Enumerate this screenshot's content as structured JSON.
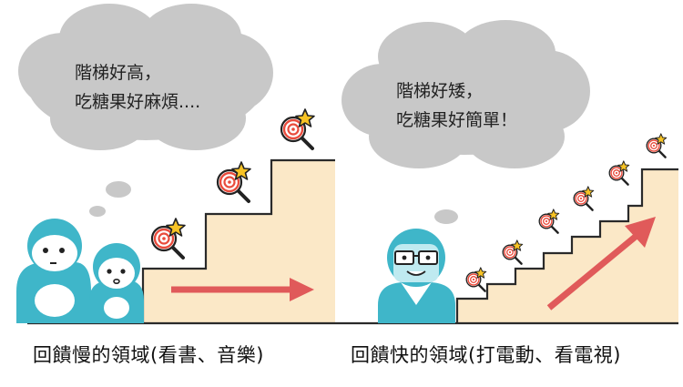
{
  "left_panel": {
    "thought_line1": "階梯好高，",
    "thought_line2": "吃糖果好麻煩....",
    "caption": "回饋慢的領域(看書、音樂)"
  },
  "right_panel": {
    "thought_line1": "階梯好矮，",
    "thought_line2": "吃糖果好簡單！",
    "caption": "回饋快的領域(打電動、看電視)"
  },
  "colors": {
    "cloud": "#c8c8c8",
    "stairs_fill": "#fbe8c7",
    "stairs_edge": "#2a2a2a",
    "arrow": "#e05a5a",
    "person": "#3fb6c9",
    "candy_red": "#e94b3c",
    "star": "#f7c325"
  },
  "icons": [
    "candy-icon",
    "star-icon"
  ]
}
